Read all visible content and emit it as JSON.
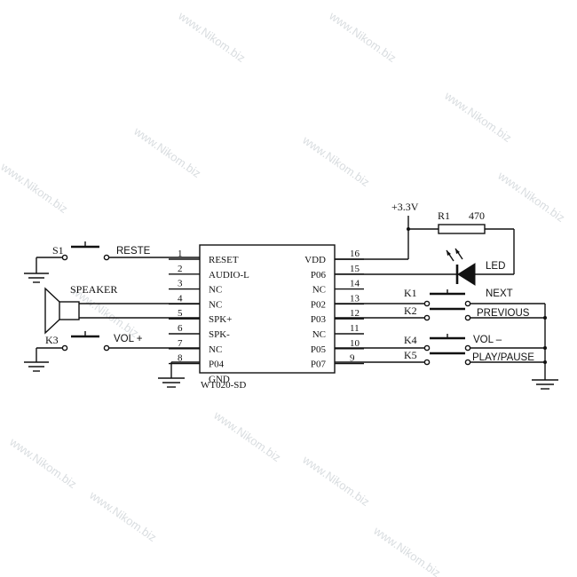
{
  "watermark": "www.Nikom.biz",
  "chip": {
    "name": "WT020-SD",
    "left_pins": [
      {
        "num": "1",
        "name": "RESET"
      },
      {
        "num": "2",
        "name": "AUDIO-L"
      },
      {
        "num": "3",
        "name": "NC"
      },
      {
        "num": "4",
        "name": "NC"
      },
      {
        "num": "5",
        "name": "SPK+"
      },
      {
        "num": "6",
        "name": "SPK-"
      },
      {
        "num": "7",
        "name": "NC"
      },
      {
        "num": "8",
        "name": "P04"
      },
      {
        "num": "",
        "name": "GND"
      }
    ],
    "right_pins": [
      {
        "num": "16",
        "name": "VDD"
      },
      {
        "num": "15",
        "name": "P06"
      },
      {
        "num": "14",
        "name": "NC"
      },
      {
        "num": "13",
        "name": "P02"
      },
      {
        "num": "12",
        "name": "P03"
      },
      {
        "num": "11",
        "name": "NC"
      },
      {
        "num": "10",
        "name": "P05"
      },
      {
        "num": "9",
        "name": "P07"
      }
    ]
  },
  "labels": {
    "s1": "S1",
    "reste": "RESTE",
    "speaker": "SPEAKER",
    "k3": "K3",
    "vol_plus": "VOL +",
    "supply": "+3.3V",
    "r1": "R1",
    "r1_value": "470",
    "led": "LED",
    "k1": "K1",
    "next": "NEXT",
    "k2": "K2",
    "previous": "PREVIOUS",
    "k4": "K4",
    "vol_minus": "VOL  –",
    "k5": "K5",
    "play_pause": "PLAY/PAUSE"
  }
}
